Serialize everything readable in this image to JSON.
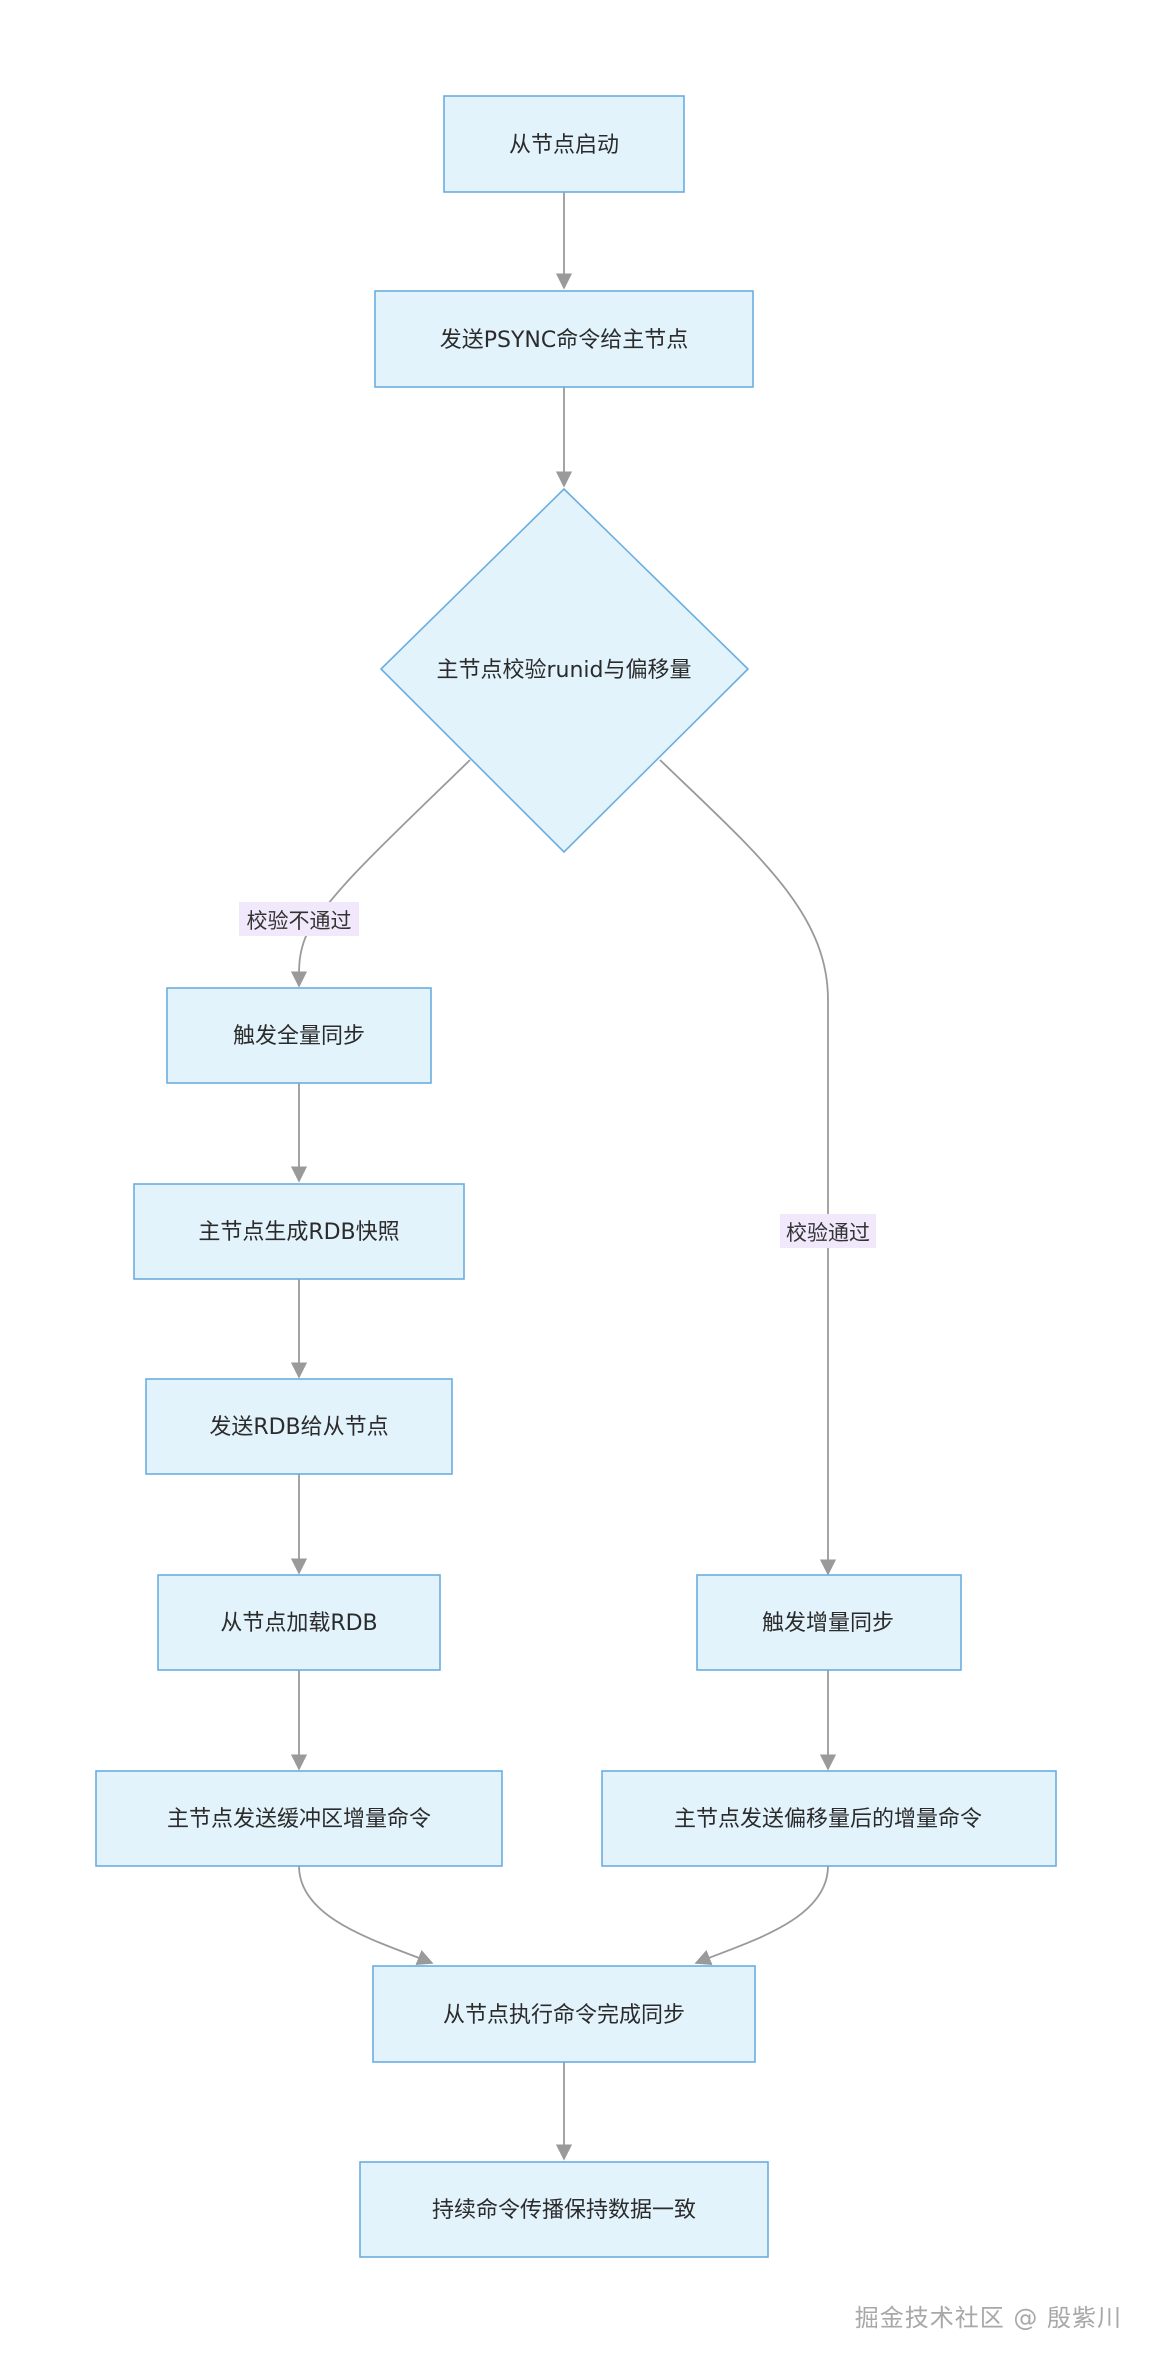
{
  "nodes": {
    "slave_start": "从节点启动",
    "send_psync": "发送PSYNC命令给主节点",
    "verify": "主节点校验runid与偏移量",
    "full_sync": "触发全量同步",
    "gen_rdb": "主节点生成RDB快照",
    "send_rdb": "发送RDB给从节点",
    "load_rdb": "从节点加载RDB",
    "send_buffer": "主节点发送缓冲区增量命令",
    "partial_sync": "触发增量同步",
    "send_offset": "主节点发送偏移量后的增量命令",
    "exec_sync": "从节点执行命令完成同步",
    "propagate": "持续命令传播保持数据一致"
  },
  "edge_labels": {
    "fail": "校验不通过",
    "pass": "校验通过"
  },
  "colors": {
    "node_fill": "#e3f3fc",
    "node_stroke": "#6aaee0",
    "edge": "#9a9a9a",
    "label_bg": "#f1e9fb"
  },
  "watermark": "掘金技术社区 @ 殷紫川"
}
